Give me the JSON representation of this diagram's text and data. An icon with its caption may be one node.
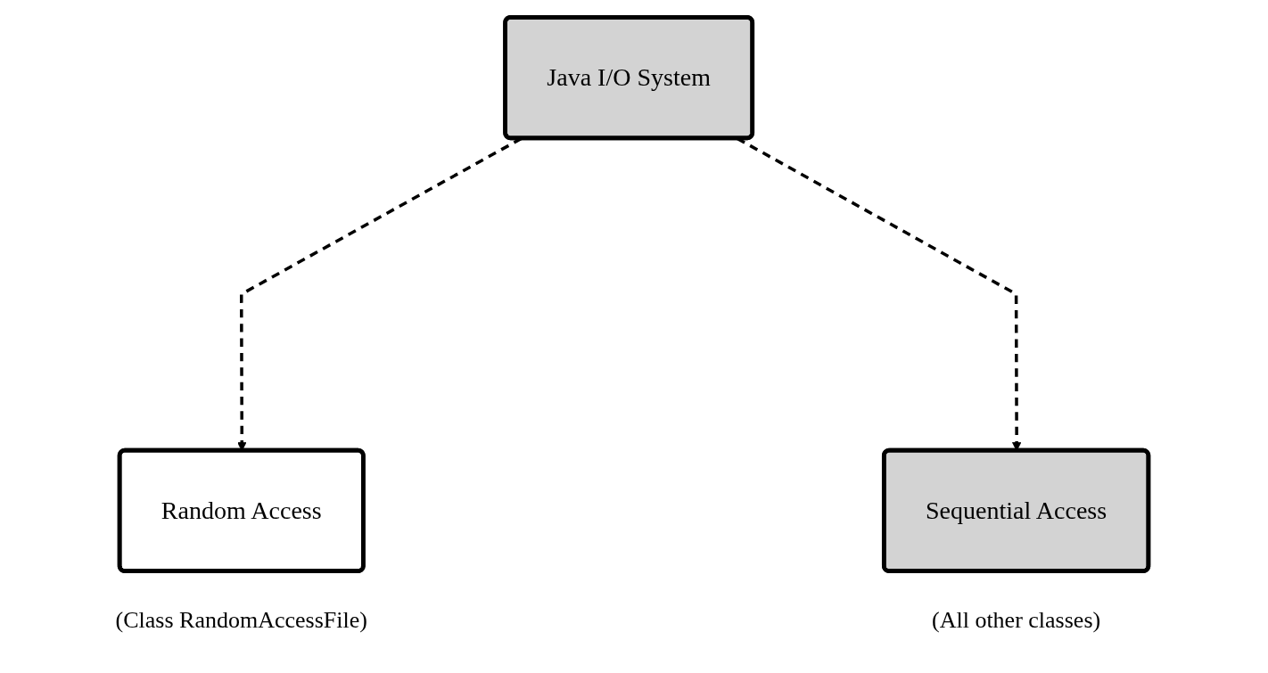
{
  "diagram": {
    "nodes": [
      {
        "text": [
          "Java I/O System"
        ]
      },
      {
        "text": [
          "Random Access"
        ],
        "beside": [
          "(Class RandomAccessFile)"
        ]
      },
      {
        "text": [
          "Sequential Access"
        ],
        "beside": [
          "(All other classes)"
        ]
      }
    ],
    "edges": [
      {
        "from": 0,
        "to": 1,
        "arrow": "to",
        "style": "dashed"
      },
      {
        "from": 0,
        "to": 2,
        "arrow": "to",
        "style": "dashed"
      }
    ]
  }
}
